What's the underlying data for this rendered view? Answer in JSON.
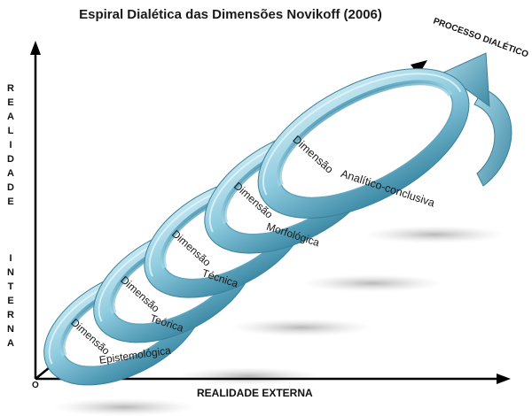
{
  "title": "Espiral Dialética das Dimensões Novikoff (2006)",
  "y_axis": {
    "word1": [
      "R",
      "E",
      "A",
      "L",
      "I",
      "D",
      "A",
      "D",
      "E"
    ],
    "word2": [
      "I",
      "N",
      "T",
      "E",
      "R",
      "N",
      "A"
    ]
  },
  "x_axis_label": "REALIDADE EXTERNA",
  "origin_label": "O",
  "process_label": "PROCESSO DIALÉTICO",
  "rings": [
    {
      "upper": "Dimensão",
      "lower": "Epistemológica"
    },
    {
      "upper": "Dimensão",
      "lower": "Teórica"
    },
    {
      "upper": "Dimensão",
      "lower": "Técnica"
    },
    {
      "upper": "Dimensão",
      "lower": "Morfológica"
    },
    {
      "upper": "Dimensão",
      "lower": "Analítico-conclusiva"
    }
  ],
  "colors": {
    "ring_fill": "#8ecbdf",
    "ring_light": "#c4e6f1",
    "ring_dark": "#3d8aa6",
    "axis": "#000000",
    "text": "#1a1a1a"
  }
}
